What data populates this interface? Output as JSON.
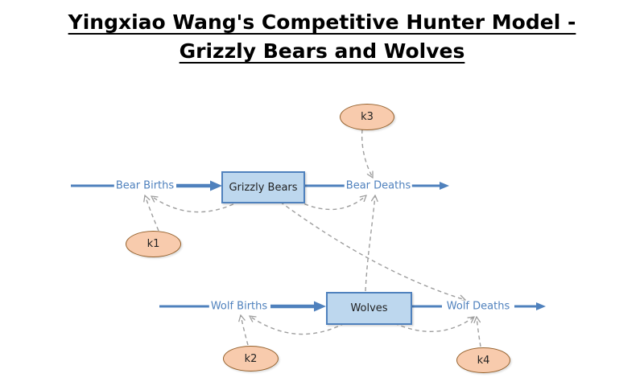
{
  "title": {
    "line1": "Yingxiao Wang's Competitive Hunter Model -",
    "line2": "Grizzly Bears and Wolves"
  },
  "stocks": {
    "grizzly_bears": "Grizzly Bears",
    "wolves": "Wolves"
  },
  "flows": {
    "bear_births": "Bear Births",
    "bear_deaths": "Bear Deaths",
    "wolf_births": "Wolf Births",
    "wolf_deaths": "Wolf Deaths"
  },
  "parameters": {
    "k1": "k1",
    "k2": "k2",
    "k3": "k3",
    "k4": "k4"
  },
  "connections": [
    {
      "from": "k1",
      "to": "bear_births"
    },
    {
      "from": "grizzly_bears",
      "to": "bear_births"
    },
    {
      "from": "k3",
      "to": "bear_deaths"
    },
    {
      "from": "wolves",
      "to": "bear_deaths"
    },
    {
      "from": "grizzly_bears",
      "to": "bear_deaths"
    },
    {
      "from": "grizzly_bears",
      "to": "wolf_deaths"
    },
    {
      "from": "k2",
      "to": "wolf_births"
    },
    {
      "from": "wolves",
      "to": "wolf_births"
    },
    {
      "from": "wolves",
      "to": "wolf_deaths"
    },
    {
      "from": "k4",
      "to": "wolf_deaths"
    }
  ],
  "colors": {
    "flow_arrow": "#4f81bd",
    "stock_fill": "#bdd7ee",
    "stock_border": "#4f81bd",
    "param_fill": "#f8cbad",
    "param_border": "#96622d",
    "influence": "#9e9e9e",
    "label_text": "#4f81bd",
    "title_text": "#000000"
  }
}
